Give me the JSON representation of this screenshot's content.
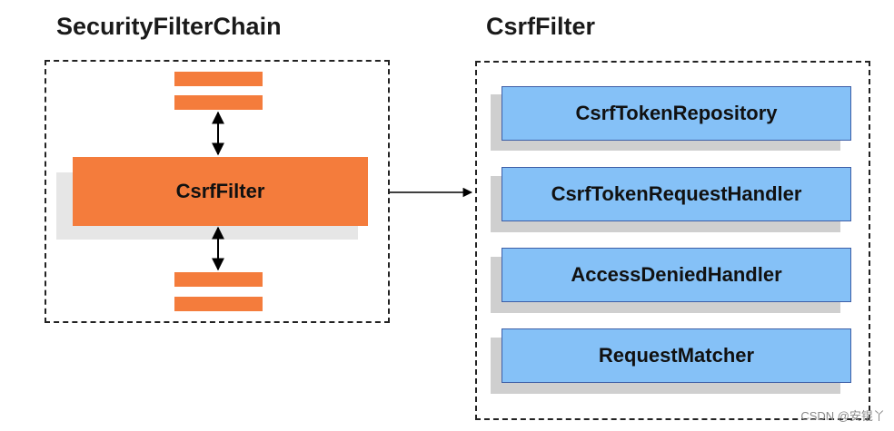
{
  "left_panel": {
    "title": "SecurityFilterChain",
    "center_filter": "CsrfFilter"
  },
  "right_panel": {
    "title": "CsrfFilter",
    "components": [
      "CsrfTokenRepository",
      "CsrfTokenRequestHandler",
      "AccessDeniedHandler",
      "RequestMatcher"
    ]
  },
  "watermark": "CSDN @安锟丫",
  "colors": {
    "orange": "#f47c3c",
    "blue": "#85c1f7",
    "blue_border": "#3d5ea6"
  }
}
